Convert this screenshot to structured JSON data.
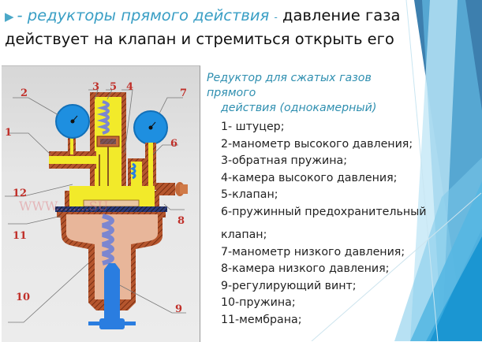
{
  "slide": {
    "title": {
      "bullet_icon": "triangle-right-icon",
      "highlight": "- редукторы прямого действия",
      "separator": "-",
      "text": "давление газа действует на клапан и стремиться открыть его"
    },
    "diagram": {
      "watermark": "WWW.…….SU",
      "labels": [
        "1",
        "2",
        "3",
        "4",
        "5",
        "6",
        "7",
        "8",
        "9",
        "10",
        "11",
        "12"
      ],
      "colors": {
        "housing": "#b5562e",
        "high_pressure_gas": "#f2ea2a",
        "low_pressure_chamber": "#e8b69a",
        "gauge": "#1e8fe0",
        "spring": "#8a93d8",
        "screw": "#2a7de0",
        "label": "#c0302a"
      }
    },
    "legend": {
      "heading_line1": "Редуктор для сжатых газов прямого",
      "heading_line2": "действия  (однокамерный)",
      "items": [
        "1- штуцер;",
        "2-манометр высокого давления;",
        "3-обратная пружина;",
        "4-камера высокого давления;",
        "5-клапан;",
        "6-пружинный предохранительный",
        "клапан;",
        "7-манометр низкого давления;",
        "8-камера низкого давления;",
        "9-регулирующий винт;",
        "10-пружина;",
        "11-мембрана;"
      ]
    },
    "theme": {
      "accent": "#3a9fc5",
      "deco_blue_dark": "#1a8fc8",
      "deco_blue_light": "#8fd3ef"
    }
  }
}
